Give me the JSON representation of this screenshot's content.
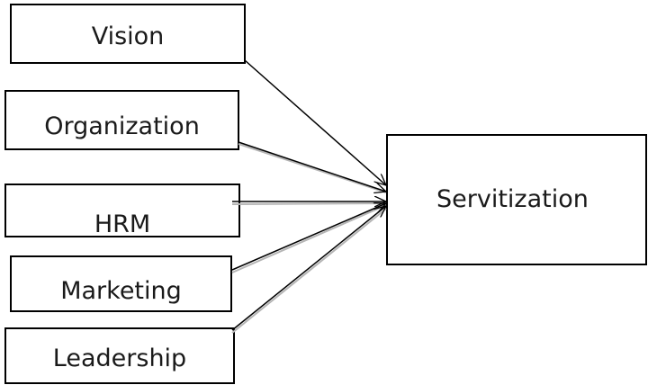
{
  "nodes": {
    "vision": "Vision",
    "organization": "Organization",
    "hrm": "HRM",
    "marketing": "Marketing",
    "leadership": "Leadership",
    "servitization": "Servitization"
  },
  "colors": {
    "stroke": "#000000",
    "shadow": "#b5b5b5",
    "text": "#1a1a1a"
  }
}
